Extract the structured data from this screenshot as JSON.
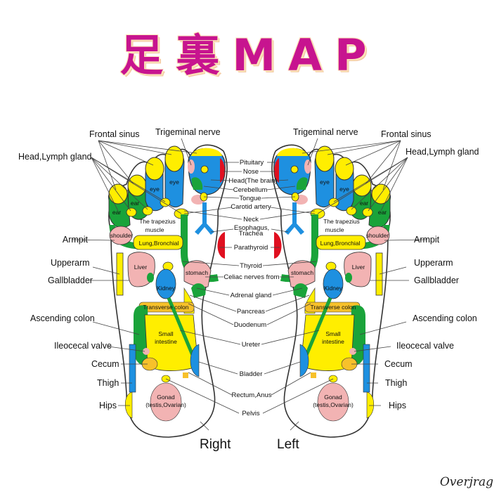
{
  "title": {
    "chars": [
      "足",
      "裏",
      "M",
      "A",
      "P"
    ]
  },
  "colors": {
    "title": "#c7148f",
    "yellow": "#ffee00",
    "blue": "#1e90e0",
    "green": "#1aa33a",
    "pink": "#f2b3b3",
    "red": "#e01020",
    "orange": "#f7c12b",
    "outline": "#333333"
  },
  "center_labels": [
    "Pituitary",
    "Nose",
    "Head(The brain)",
    "Cerebellum",
    "Tongue",
    "Carotid artery",
    "Neck",
    "Esophagus,",
    "Trachea",
    "Parathyroid",
    "Thyroid",
    "Celiac nerves from",
    "Adrenal gland",
    "Pancreas",
    "Duodenum",
    "Ureter",
    "Bladder",
    "Rectum,Anus",
    "Pelvis"
  ],
  "outer_labels": {
    "frontal_sinus": "Frontal sinus",
    "trigeminal": "Trigeminal nerve",
    "head_lymph": "Head,Lymph gland",
    "armpit": "Armpit",
    "upperarm": "Upperarm",
    "gallbladder": "Gallbladder",
    "ascending_colon": "Ascending colon",
    "ileocecal": "Ileocecal valve",
    "cecum": "Cecum",
    "thigh": "Thigh",
    "hips": "Hips"
  },
  "inner_labels": {
    "eye": "eye",
    "ear": "ear",
    "trapezius1": "The trapezius",
    "trapezius2": "muscle",
    "shoulder": "shoulder",
    "lung": "Lung,Bronchial",
    "liver": "Liver",
    "kidney": "Kidney",
    "stomach": "stomach",
    "transverse": "Transverse colon",
    "small1": "Small",
    "small2": "intestine",
    "gonad1": "Gonad",
    "gonad2": "(testis,Ovarian)"
  },
  "feet": {
    "right": "Right",
    "left": "Left"
  },
  "signature": "Overjrag"
}
